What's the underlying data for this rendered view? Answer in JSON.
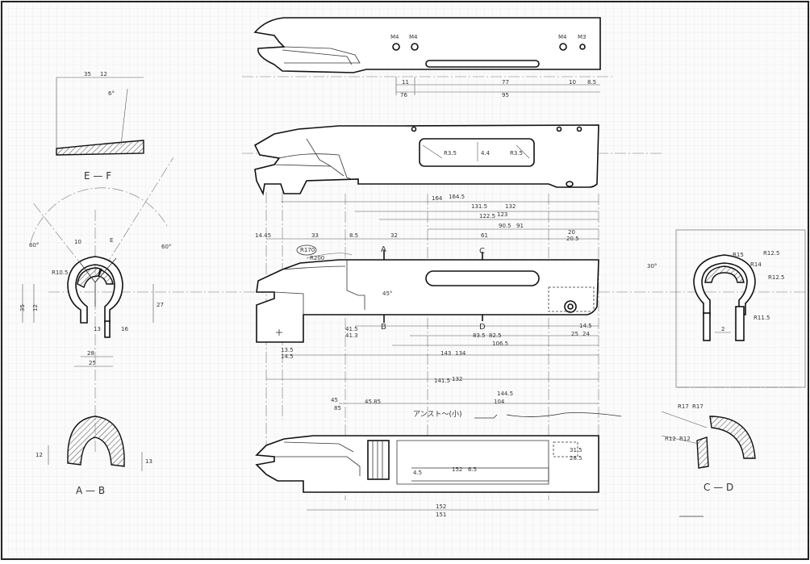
{
  "views": {
    "ef": "E — F",
    "ab": "A — B",
    "cd": "C — D"
  },
  "section_marks": {
    "a": "A",
    "b": "B",
    "c": "C",
    "d": "D",
    "e": "E"
  },
  "top_view": {
    "holes": [
      "M4",
      "M4",
      "M4",
      "M3"
    ],
    "dims": [
      "11",
      "76",
      "77",
      "95",
      "10",
      "8.5"
    ]
  },
  "elevation": {
    "slot_radii": [
      "R3.5",
      "R3.5"
    ],
    "slot_width": "4.4",
    "overall": [
      "164.5",
      "164",
      "131.5",
      "132",
      "122.5",
      "123",
      "90.5",
      "91"
    ],
    "chain": [
      "14.45",
      "33",
      "8.5",
      "32",
      "61",
      "20",
      "20.5"
    ]
  },
  "side_view": {
    "notes": [
      "R170",
      "R200",
      "45°"
    ],
    "dims": [
      "41.5",
      "41.3",
      "13.5",
      "14.5",
      "83.5",
      "82.5",
      "106.5",
      "143",
      "134",
      "14.5",
      "25",
      "24"
    ],
    "overall": [
      "141.5",
      "132"
    ]
  },
  "bottom_view": {
    "note": "アンスト〜(小)",
    "dims": [
      "4.5",
      "6.5",
      "45",
      "45.85",
      "85",
      "104",
      "144.5",
      "31.5",
      "28.5",
      "152",
      "151"
    ]
  },
  "end_view": {
    "dims": [
      "35",
      "12",
      "27",
      "28",
      "25",
      "13",
      "16",
      "10",
      "R10.5"
    ]
  },
  "end_view_right": {
    "dims": [
      "R15",
      "R14",
      "R12.5",
      "R12.5",
      "R11.5",
      "30°",
      "2"
    ]
  },
  "ef_view": {
    "dims": [
      "35",
      "12",
      "6°"
    ]
  },
  "ab_view": {
    "dims": [
      "12",
      "13"
    ]
  },
  "cd_view": {
    "dims": [
      "R17",
      "R17",
      "R12",
      "R12"
    ]
  },
  "angles": [
    "60°",
    "60°"
  ]
}
